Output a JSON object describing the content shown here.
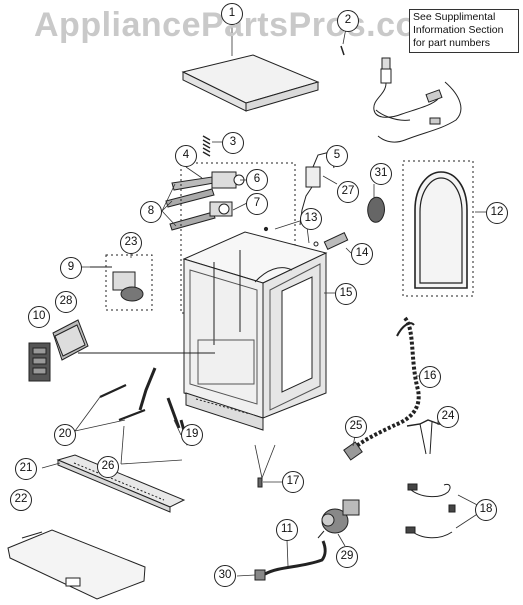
{
  "watermark": "AppliancePartsPros.com",
  "supplemental_note": {
    "line1": "See Supplimental",
    "line2": "Information Section",
    "line3": "for part numbers"
  },
  "callouts": [
    "1",
    "2",
    "3",
    "4",
    "5",
    "6",
    "7",
    "8",
    "9",
    "10",
    "11",
    "12",
    "13",
    "14",
    "15",
    "16",
    "17",
    "18",
    "19",
    "20",
    "21",
    "22",
    "23",
    "24",
    "25",
    "26",
    "27",
    "28",
    "29",
    "30",
    "31"
  ]
}
